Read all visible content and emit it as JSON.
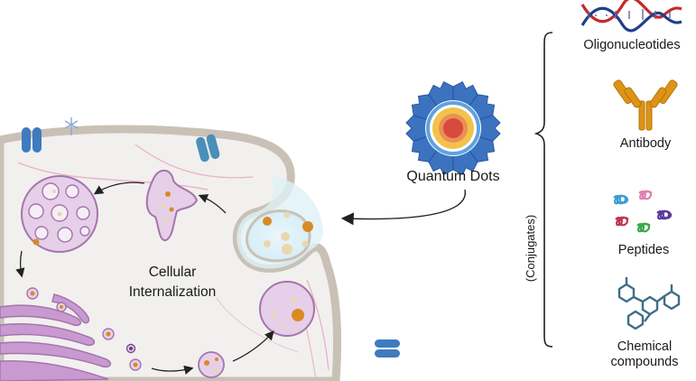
{
  "labels": {
    "quantum_dots": "Quantum Dots",
    "cellular_line1": "Cellular",
    "cellular_line2": "Internalization",
    "conjugates": "(Conjugates)",
    "oligonucleotides": "Oligonucleotides",
    "antibody": "Antibody",
    "peptides": "Peptides",
    "chemical_line1": "Chemical",
    "chemical_line2": "compounds"
  },
  "colors": {
    "cell_fill": "#f1f0ee",
    "membrane": "#c9c1b6",
    "vesicle_fill": "#e6cfe8",
    "vesicle_stroke": "#a574ad",
    "qd_orange": "#d98a22",
    "qd_light": "#ead7b0",
    "qd_blue": "#3c73c0",
    "qd_red": "#d84a3c",
    "qd_yellow": "#f2c24a",
    "antibody": "#dd9416",
    "chemical": "#3d6f86"
  }
}
